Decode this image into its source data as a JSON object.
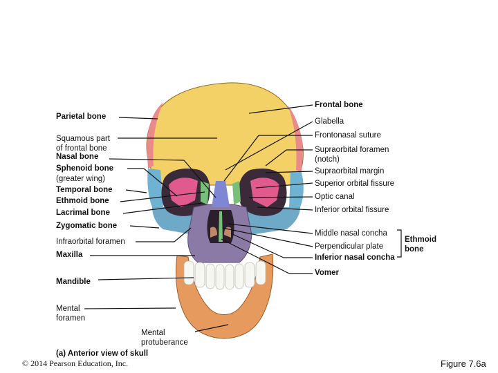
{
  "labels": {
    "left": {
      "parietal": "Parietal bone",
      "squamous_1": "Squamous part",
      "squamous_2": "of frontal bone",
      "nasal": "Nasal bone",
      "sphenoid": "Sphenoid bone",
      "sphenoid_sub": "(greater wing)",
      "temporal": "Temporal bone",
      "ethmoid": "Ethmoid bone",
      "lacrimal": "Lacrimal bone",
      "zygomatic": "Zygomatic bone",
      "infraorbital": "Infraorbital foramen",
      "maxilla": "Maxilla",
      "mandible": "Mandible",
      "mental_foramen_1": "Mental",
      "mental_foramen_2": "foramen"
    },
    "right": {
      "frontal": "Frontal bone",
      "glabella": "Glabella",
      "frontonasal": "Frontonasal suture",
      "supraorbital_foramen_1": "Supraorbital foramen",
      "supraorbital_foramen_2": "(notch)",
      "supraorbital_margin": "Supraorbital margin",
      "superior_orbital": "Superior orbital fissure",
      "optic": "Optic canal",
      "inferior_orbital": "Inferior orbital fissure",
      "middle_nasal": "Middle nasal concha",
      "perpendicular": "Perpendicular plate",
      "ethmoid_group_1": "Ethmoid",
      "ethmoid_group_2": "bone",
      "inferior_nasal": "Inferior nasal concha",
      "vomer": "Vomer"
    },
    "bottom": {
      "mental_protuberance_1": "Mental",
      "mental_protuberance_2": "protuberance",
      "caption": "(a) Anterior view of skull"
    }
  },
  "footer": {
    "copyright": "© 2014 Pearson Education, Inc.",
    "figure": "Figure 7.6a"
  },
  "colors": {
    "frontal": "#f4d166",
    "parietal": "#ea8a8a",
    "temporal": "#6fb3d2",
    "sphenoid": "#e05a8e",
    "zygomatic": "#6fa9c8",
    "maxilla": "#8c7aa6",
    "mandible": "#e79a5e",
    "nasal": "#7f86d4",
    "ethmoid": "#78c07a",
    "teeth": "#f6f6f2"
  }
}
